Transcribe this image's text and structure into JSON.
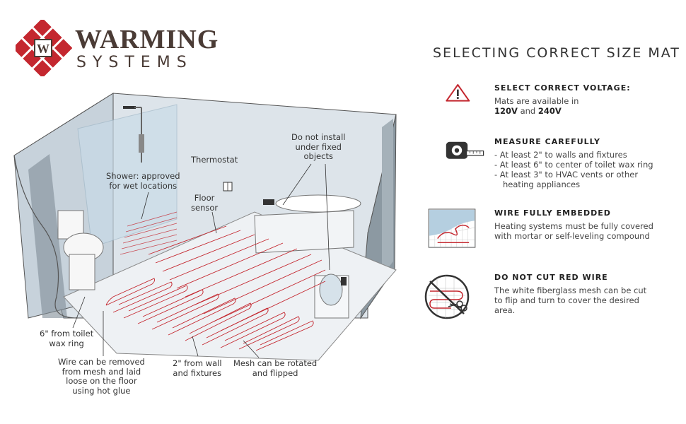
{
  "brand": {
    "word1": "WARMING",
    "word2": "SYSTEMS",
    "mark_letter": "W",
    "colors": {
      "red": "#c4272f",
      "brown": "#4a3b35"
    }
  },
  "title": "SELECTING CORRECT SIZE MAT",
  "tips": [
    {
      "icon": "warning-icon",
      "heading": "SELECT CORRECT VOLTAGE:",
      "body_prefix": "Mats are available in",
      "voltage_a": "120V",
      "voltage_join": "and",
      "voltage_b": "240V"
    },
    {
      "icon": "tape-measure-icon",
      "heading": "MEASURE CAREFULLY",
      "lines": [
        "- At least 2\" to walls and fixtures",
        "- At least 6\" to center of toilet wax ring",
        "- At least 3\" to HVAC vents or other",
        "   heating appliances"
      ]
    },
    {
      "icon": "embedded-wire-icon",
      "heading": "WIRE FULLY EMBEDDED",
      "lines": [
        "Heating systems must be fully covered",
        "with mortar or self-leveling compound"
      ]
    },
    {
      "icon": "no-cut-scissors-icon",
      "heading": "DO NOT CUT RED WIRE",
      "lines": [
        "The white fiberglass mesh can be cut",
        "to flip and turn to cover the desired",
        "area."
      ]
    }
  ],
  "callouts": {
    "shower": [
      "Shower: approved",
      "for wet locations"
    ],
    "thermostat": [
      "Thermostat"
    ],
    "floor_sensor": [
      "Floor",
      "sensor"
    ],
    "fixed_objects": [
      "Do not install",
      "under fixed",
      "objects"
    ],
    "toilet": [
      "6\" from toilet",
      "wax ring"
    ],
    "wire_removed": [
      "Wire can be removed",
      "from mesh and laid",
      "loose on the floor",
      "using hot glue"
    ],
    "wall_gap": [
      "2\" from wall",
      "and fixtures"
    ],
    "mesh_rotate": [
      "Mesh can be rotated",
      "and flipped"
    ]
  }
}
